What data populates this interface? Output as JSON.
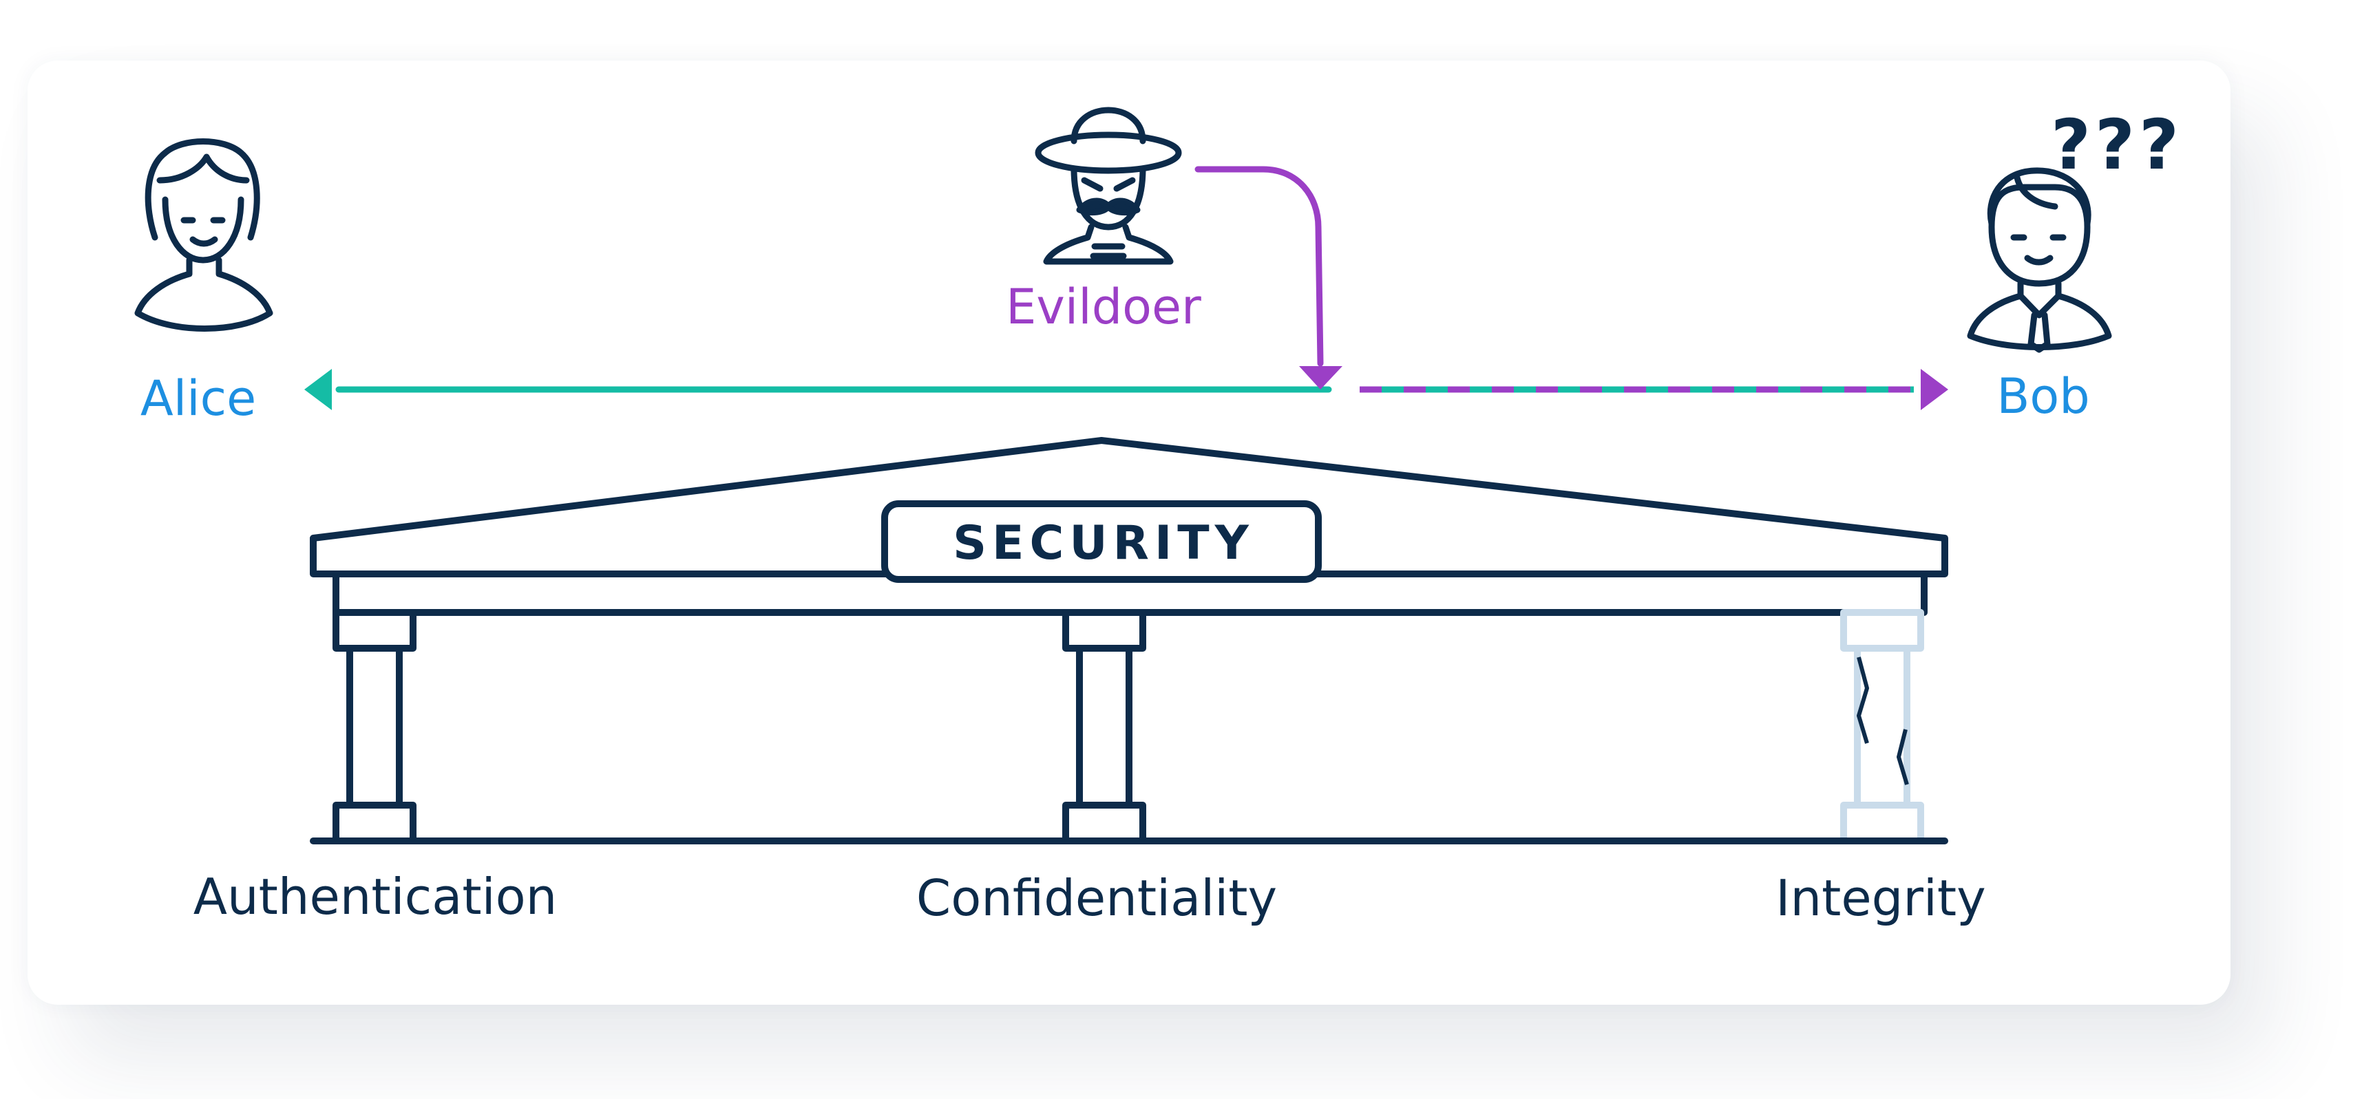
{
  "labels": {
    "alice": "Alice",
    "bob": "Bob",
    "evildoer": "Evildoer",
    "question_marks": "???",
    "roof": "SECURITY",
    "pillar_1": "Authentication",
    "pillar_2": "Confidentiality",
    "pillar_3": "Integrity"
  },
  "colors": {
    "navy": "#0d2b4a",
    "name_blue": "#1d8fe1",
    "evildoer_purple": "#9b3fc6",
    "message_teal": "#15bca5",
    "broken_pillar": "#c9dbea"
  }
}
